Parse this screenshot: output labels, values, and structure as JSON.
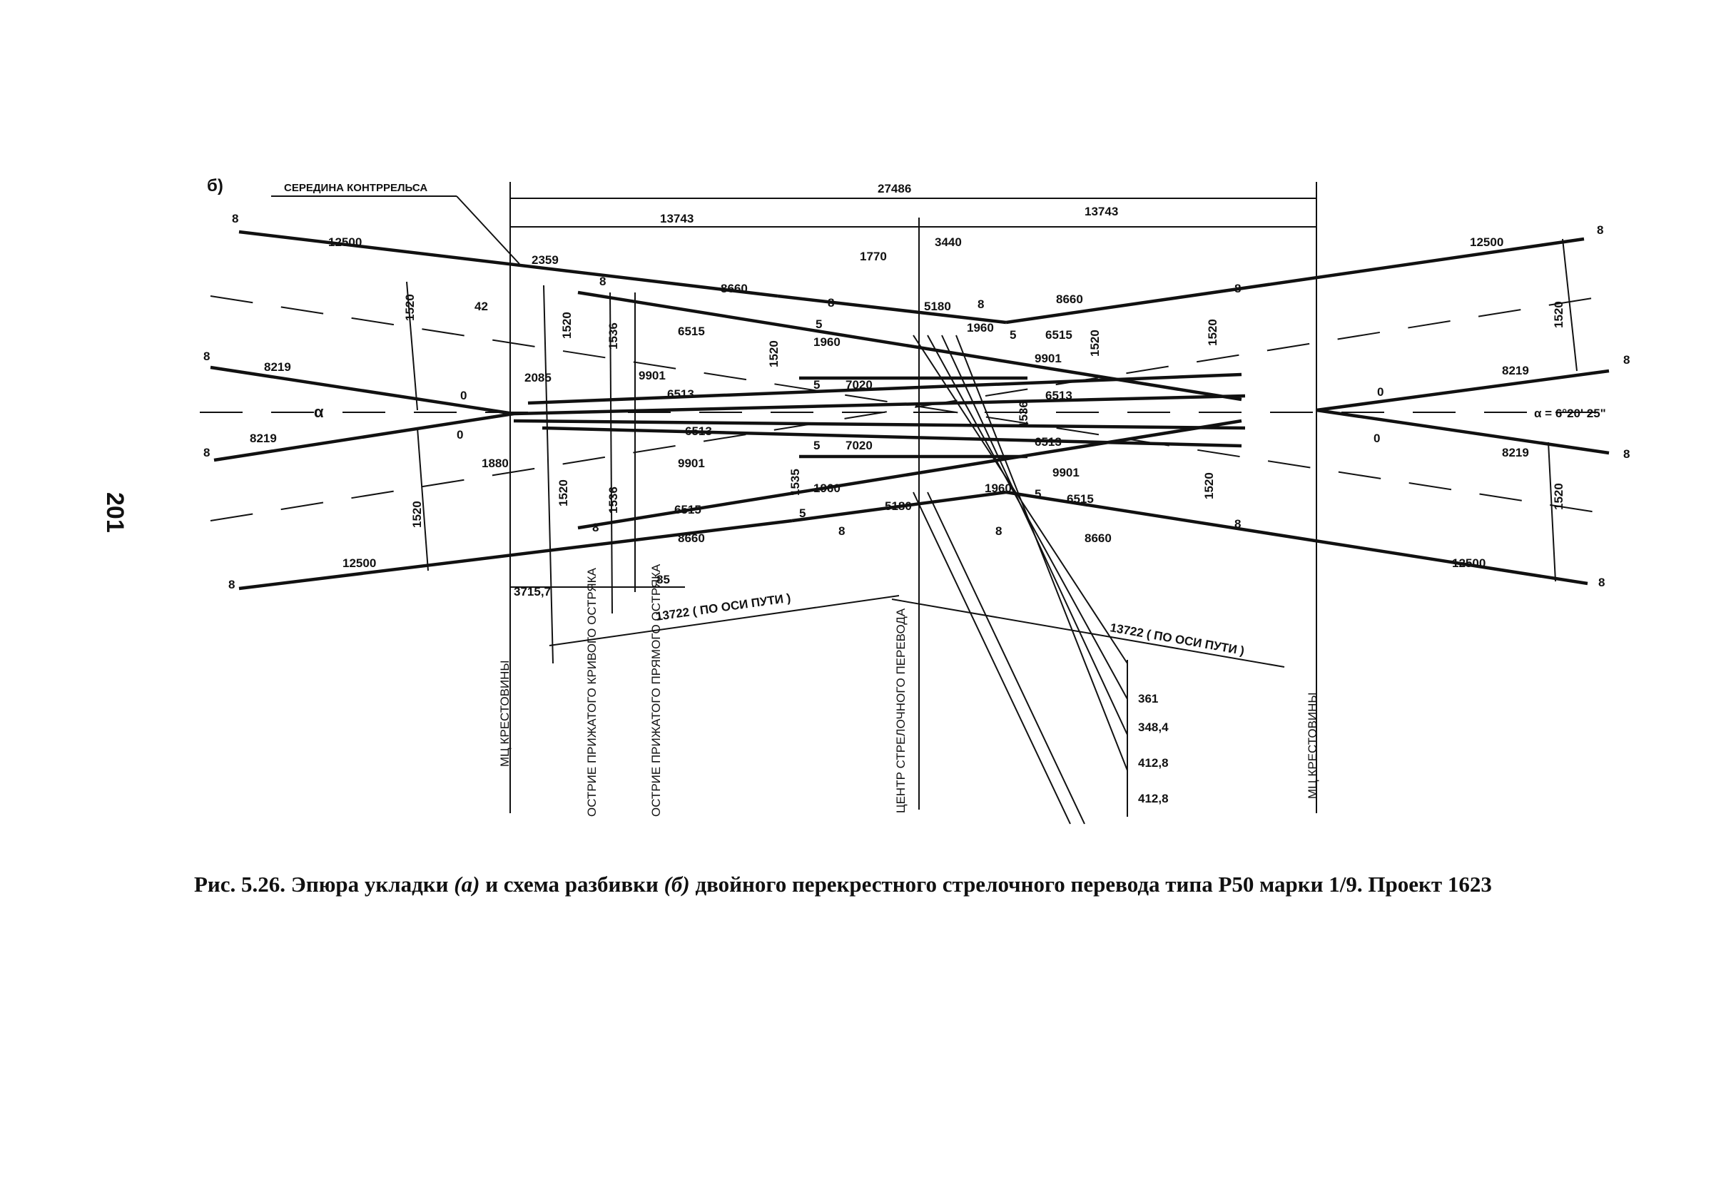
{
  "page_number": "201",
  "figure_letter": "б)",
  "labels": {
    "counter_rail_mid": "СЕРЕДИНА КОНТРРЕЛЬСА",
    "frog_center_left": "МЦ КРЕСТОВИНЫ",
    "frog_center_right": "МЦ КРЕСТОВИНЫ",
    "curved_point": "ОСТРИЕ ПРИЖАТОГО КРИВОГО ОСТРЯКА",
    "straight_point": "ОСТРИЕ ПРИЖАТОГО ПРЯМОГО ОСТРЯКА",
    "switch_center": "ЦЕНТР СТРЕЛОЧНОГО ПЕРЕВОДА",
    "axis_left": "13722 ( ПО ОСИ ПУТИ )",
    "axis_right": "13722 ( ПО ОСИ ПУТИ )",
    "angle_left": "α",
    "angle_right": "α = 6°20' 25\""
  },
  "dimensions": {
    "total": "27486",
    "half_left": "13743",
    "half_right": "13743",
    "d2359": "2359",
    "d1770": "1770",
    "d3440": "3440",
    "d12500": "12500",
    "d8660": "8660",
    "d8219": "8219",
    "d1520": "1520",
    "d1536": "1536",
    "d1535": "1535",
    "d42": "42",
    "d2085": "2085",
    "d1880": "1880",
    "d9901": "9901",
    "d6515": "6515",
    "d6513": "6513",
    "d7020": "7020",
    "d1960": "1960",
    "d5180": "5180",
    "d3715": "3715,7",
    "d85": "85",
    "d0": "0",
    "d5": "5",
    "d8": "8",
    "s361": "361",
    "s348": "348,4",
    "s412a": "412,8",
    "s412b": "412,8"
  },
  "caption": {
    "prefix": "Рис. 5.26. Эпюра укладки ",
    "a": "(а)",
    "middle": " и схема разбивки ",
    "b": "(б)",
    "suffix": " двойного перекрестного стрелочного перевода типа Р50 марки 1/9. Проект 1623"
  }
}
